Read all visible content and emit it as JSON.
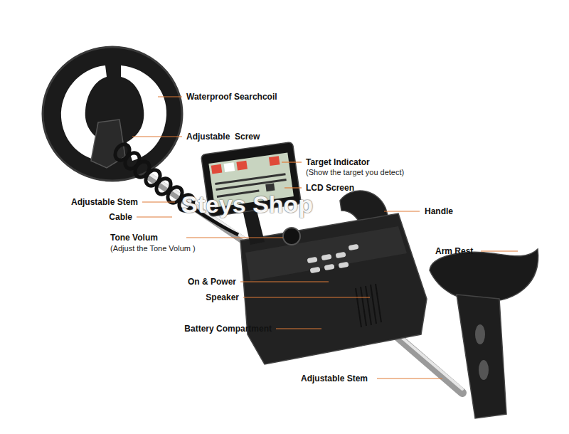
{
  "diagram": {
    "labels": [
      "Waterproof Searchcoil",
      "Adjustable  Screw",
      "Target Indicator",
      "(Show the target you detect)",
      "LCD Screen",
      "Adjustable Stem",
      "Cable",
      "Handle",
      "Steys Shop",
      "Tone Volum",
      "(Adjust the Tone Volum )",
      "Arm Rest",
      "On & Power",
      "Speaker",
      "Battery Compartment",
      "Adjustable Stem"
    ]
  }
}
